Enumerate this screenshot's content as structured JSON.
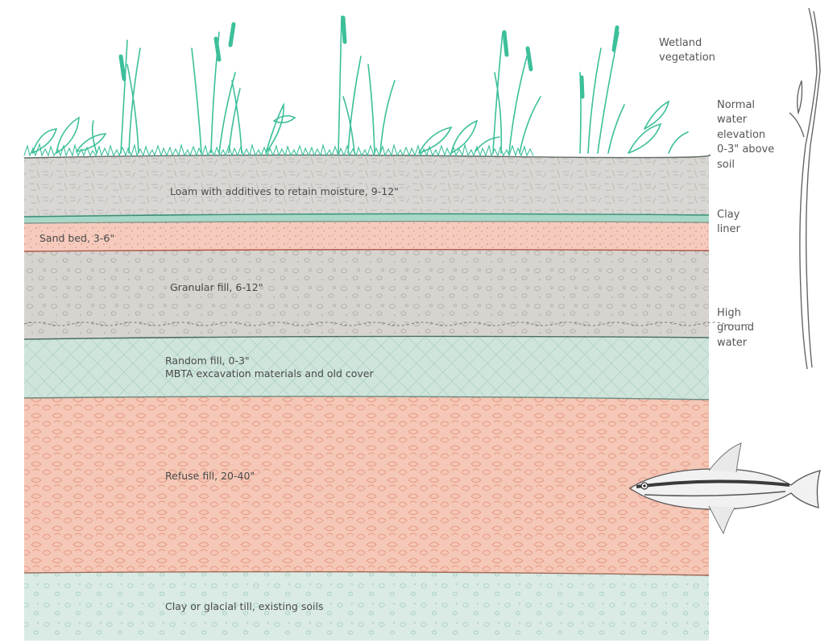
{
  "layers": [
    {
      "id": "loam",
      "label": "Loam with additives to retain moisture, 9-12\""
    },
    {
      "id": "sand",
      "label": "Sand bed, 3-6\""
    },
    {
      "id": "granular",
      "label": "Granular fill, 6-12\""
    },
    {
      "id": "random",
      "label": "Random fill, 0-3\"",
      "label2": "MBTA excavation materials and old cover"
    },
    {
      "id": "refuse",
      "label": "Refuse fill, 20-40\""
    },
    {
      "id": "clay_till",
      "label": "Clay or glacial till, existing soils"
    }
  ],
  "side_labels": {
    "wetland_vegetation": [
      "Wetland",
      "vegetation"
    ],
    "normal_water": [
      "Normal",
      "water",
      "elevation",
      "0-3\" above",
      "soil"
    ],
    "clay_liner": [
      "Clay",
      "liner"
    ],
    "high_ground_water": [
      "High",
      "ground",
      "water"
    ]
  },
  "colors": {
    "vegetation": "#3cbf9a",
    "loam": "#d9d7d3",
    "clay_liner": "#a8d8c8",
    "sand": "#f6cbbd",
    "granular": "#d7d4cf",
    "random": "#cfe5dc",
    "refuse": "#f5c7b6",
    "clay_till": "#d9ebe4",
    "line": "#5f5f5f"
  }
}
